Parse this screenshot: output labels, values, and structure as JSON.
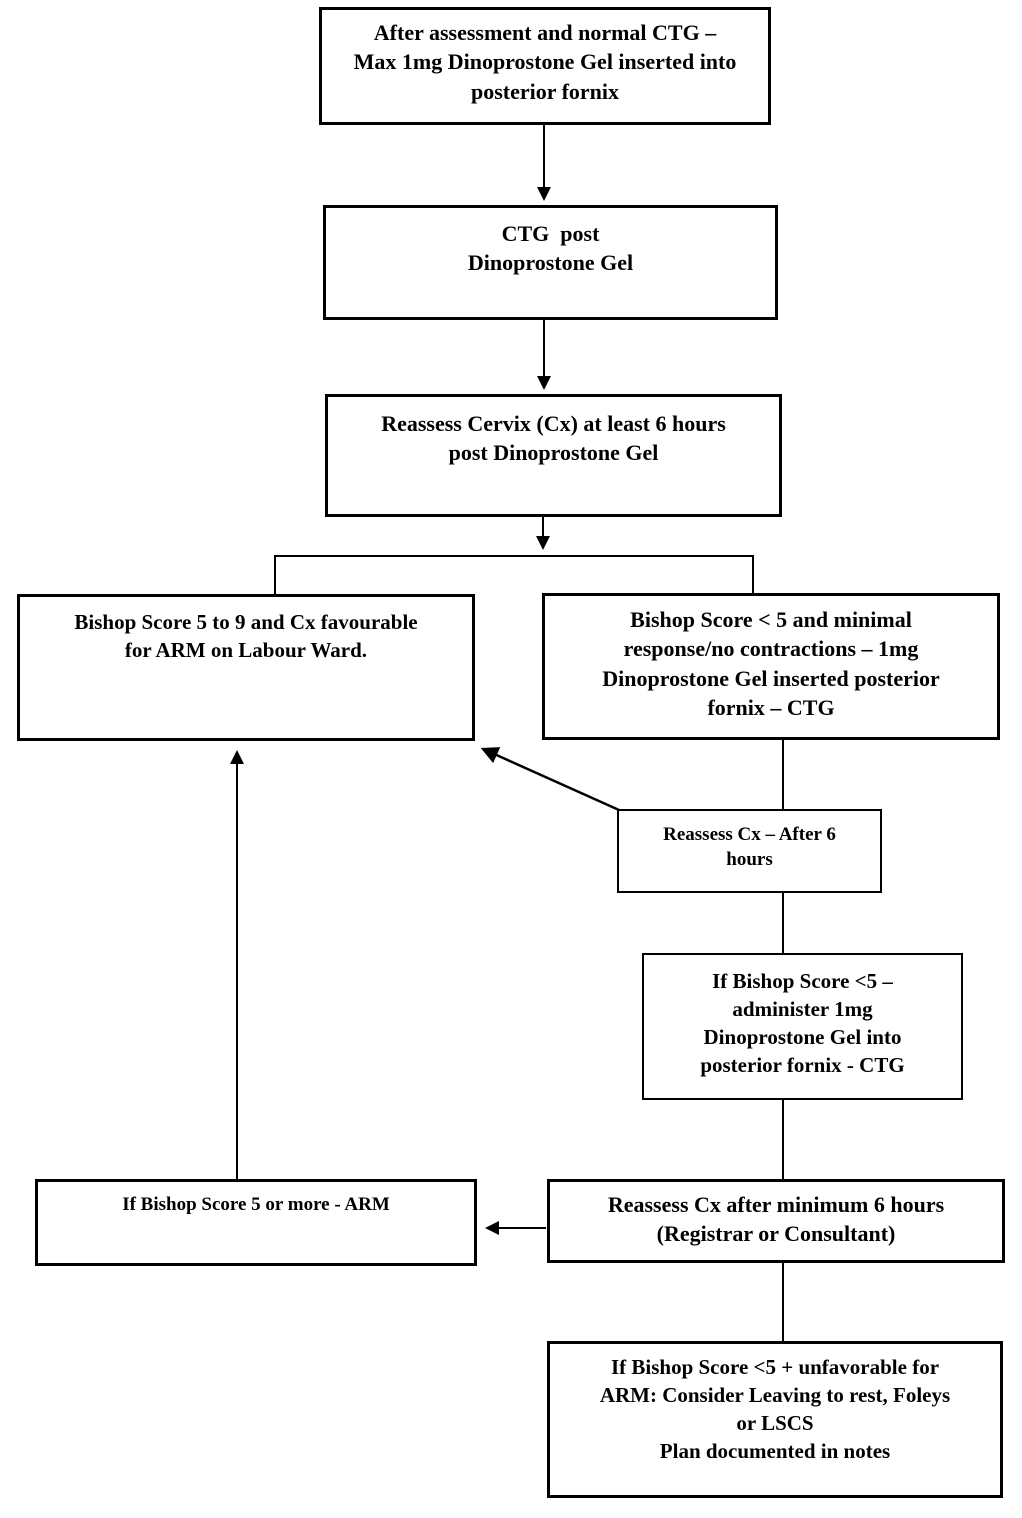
{
  "document": {
    "background_color": "#ffffff",
    "ink_color": "#000000",
    "type": "flowchart"
  },
  "nodes": {
    "after_assessment": {
      "text": "After assessment and normal CTG –\nMax 1mg Dinoprostone Gel inserted into\nposterior fornix"
    },
    "ctg_post_gel": {
      "text": "CTG  post\nDinoprostone Gel"
    },
    "reassess_cervix": {
      "text": "Reassess Cervix (Cx) at least 6 hours\npost Dinoprostone Gel"
    },
    "favourable": {
      "text": "Bishop Score 5 to 9 and Cx favourable\nfor ARM on Labour Ward."
    },
    "low_score_repeat_gel": {
      "text": "Bishop Score < 5 and minimal\nresponse/no contractions – 1mg\nDinoprostone Gel inserted posterior\nfornix – CTG"
    },
    "reassess_after_6": {
      "text": "Reassess Cx – After 6\nhours"
    },
    "administer_again": {
      "text": "If Bishop Score <5 –\nadminister 1mg\nDinoprostone Gel into\nposterior fornix - CTG"
    },
    "arm": {
      "text": "If Bishop Score 5 or more - ARM"
    },
    "reassess_min_6": {
      "text": "Reassess Cx after minimum 6 hours\n(Registrar or Consultant)"
    },
    "unfavorable": {
      "text": "If Bishop Score <5 + unfavorable for\nARM: Consider Leaving to rest, Foleys\nor LSCS\nPlan documented in notes"
    }
  },
  "edges": [
    {
      "from": "after_assessment",
      "to": "ctg_post_gel",
      "arrow": true
    },
    {
      "from": "ctg_post_gel",
      "to": "reassess_cervix",
      "arrow": true
    },
    {
      "from": "reassess_cervix",
      "to": "favourable",
      "arrow": true
    },
    {
      "from": "reassess_cervix",
      "to": "low_score_repeat_gel",
      "arrow": true
    },
    {
      "from": "low_score_repeat_gel",
      "to": "reassess_after_6",
      "arrow": false
    },
    {
      "from": "reassess_after_6",
      "to": "favourable",
      "arrow": true
    },
    {
      "from": "reassess_after_6",
      "to": "administer_again",
      "arrow": false
    },
    {
      "from": "administer_again",
      "to": "reassess_min_6",
      "arrow": false
    },
    {
      "from": "reassess_min_6",
      "to": "arm",
      "arrow": true
    },
    {
      "from": "arm",
      "to": "favourable",
      "arrow": true
    },
    {
      "from": "reassess_min_6",
      "to": "unfavorable",
      "arrow": false
    }
  ]
}
